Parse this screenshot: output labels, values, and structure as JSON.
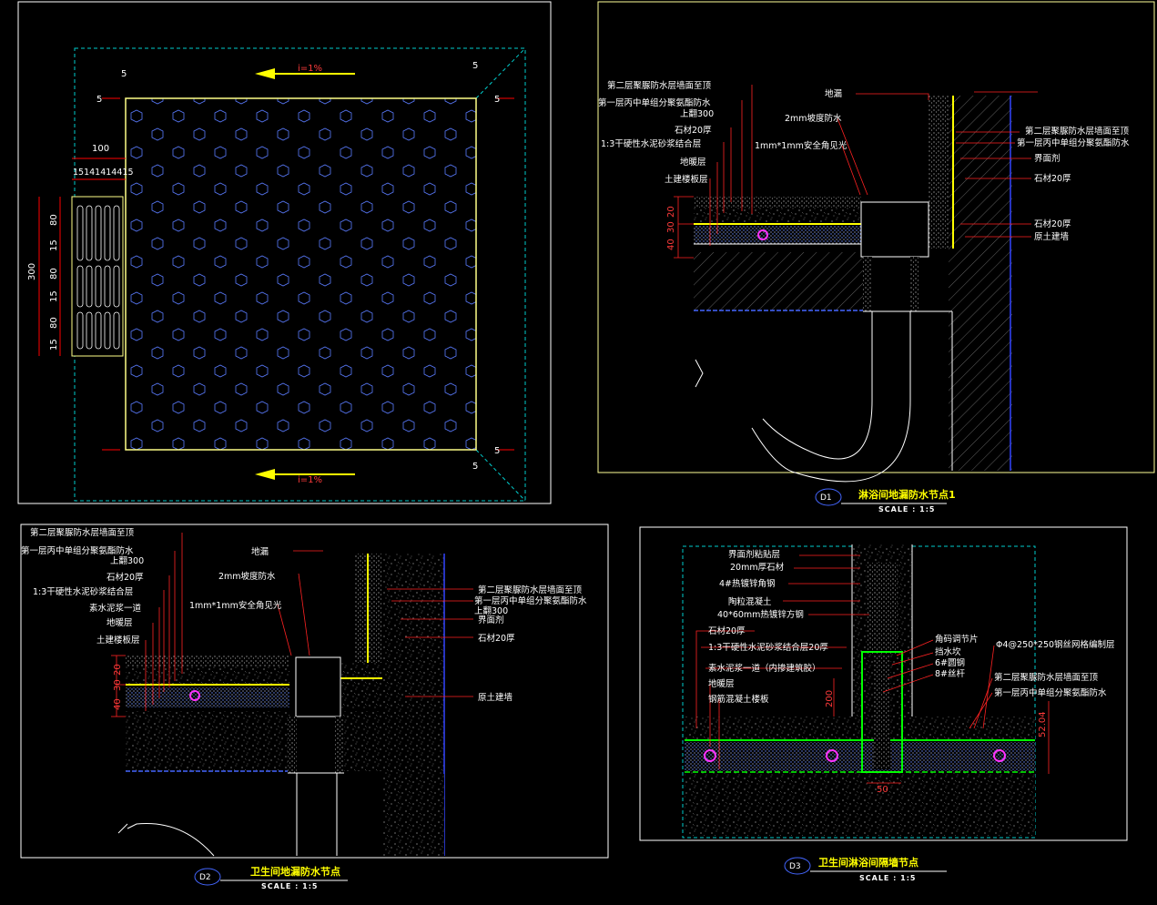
{
  "plan": {
    "slope_top": "i=1%",
    "slope_bottom": "i=1%",
    "dim_100": "100",
    "dim_300": "300",
    "dim_small": "15141414415",
    "dim_v": [
      "80",
      "15",
      "80",
      "15",
      "80",
      "15"
    ],
    "dim_5": "5"
  },
  "d1": {
    "tag": "D1",
    "title": "淋浴间地漏防水节点1",
    "scale": "SCALE : 1:5",
    "left_labels": [
      "第二层聚脲防水层墙面至顶",
      "第一层丙中单组分聚氨酯防水",
      "上翻300",
      "石材20厚",
      "1:3干硬性水泥砂浆结合层",
      "地暖层",
      "土建楼板层"
    ],
    "mid_labels": [
      "地漏",
      "2mm坡度防水",
      "1mm*1mm安全角见光"
    ],
    "right_labels": [
      "第二层聚脲防水层墙面至顶",
      "第一层丙中单组分聚氨酯防水",
      "界面剂",
      "石材20厚",
      "石材20厚",
      "原土建墙"
    ],
    "dims": [
      "40",
      "30",
      "20"
    ]
  },
  "d2": {
    "tag": "D2",
    "title": "卫生间地漏防水节点",
    "scale": "SCALE : 1:5",
    "left_labels": [
      "第二层聚脲防水层墙面至顶",
      "第一层丙中单组分聚氨酯防水",
      "上翻300",
      "石材20厚",
      "1:3干硬性水泥砂浆结合层",
      "素水泥浆一道",
      "地暖层",
      "土建楼板层"
    ],
    "mid_labels": [
      "地漏",
      "2mm坡度防水",
      "1mm*1mm安全角见光"
    ],
    "right_labels": [
      "第二层聚脲防水层墙面至顶",
      "第一层丙中单组分聚氨酯防水",
      "上翻300",
      "界面剂",
      "石材20厚",
      "原土建墙"
    ],
    "dims": [
      "40",
      "30",
      "20"
    ]
  },
  "d3": {
    "tag": "D3",
    "title": "卫生间淋浴间隔墙节点",
    "scale": "SCALE : 1:5",
    "left_top_labels": [
      "界面剂粘贴层",
      "20mm厚石材",
      "4#热镀锌角钢",
      "陶粒混凝土",
      "40*60mm热镀锌方钢"
    ],
    "left_bottom_labels": [
      "石材20厚",
      "1:3干硬性水泥砂浆结合层20厚",
      "素水泥浆一道（内掺建筑胶）",
      "地暖层",
      "钢筋混凝土楼板"
    ],
    "mid_labels": [
      "角码调节片",
      "挡水坎",
      "6#圆钢",
      "8#丝杆"
    ],
    "right_labels": [
      "Φ4@250*250钢丝网格编制层",
      "第二层聚脲防水层墙面至顶",
      "第一层丙中单组分聚氨酯防水"
    ],
    "dims": [
      "200",
      "52.04",
      "50"
    ]
  },
  "colors": {
    "bg": "#000000",
    "frame": "#ffffff",
    "accent": "#ffff00",
    "dim": "#ff0000",
    "tile": "#0000ff",
    "guide": "#00cccc",
    "membrane": "#00ff00",
    "pipe": "#cc00cc"
  }
}
